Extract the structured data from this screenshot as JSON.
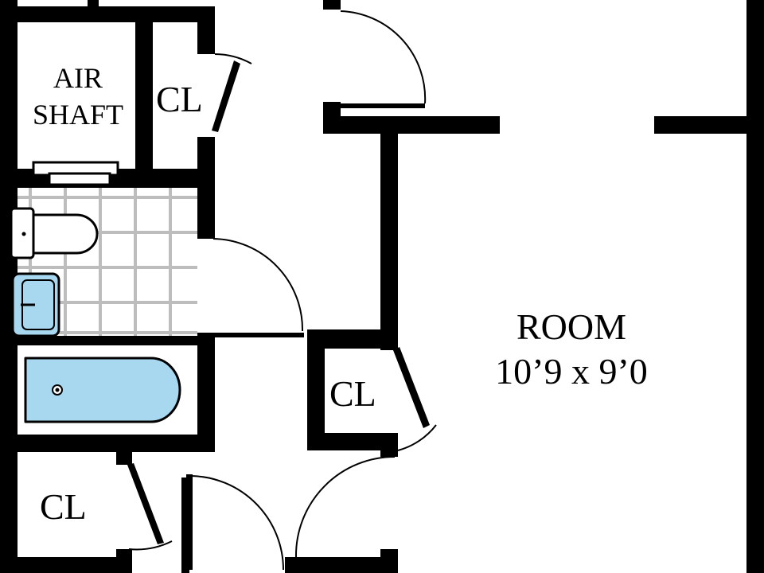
{
  "labels": {
    "air_shaft_line1": "AIR",
    "air_shaft_line2": "SHAFT",
    "closet_top": "CL",
    "closet_middle": "CL",
    "closet_bottom": "CL",
    "room_name": "ROOM",
    "room_dimensions": "10’9 x 9’0"
  },
  "colors": {
    "wall": "#000000",
    "fixture_fill": "#a8d8f0",
    "tile_grid": "#bdbdbd",
    "background": "#ffffff"
  },
  "icons": {
    "toilet": "toilet-icon",
    "sink": "sink-icon",
    "bathtub": "bathtub-icon",
    "drain": "drain-icon"
  }
}
